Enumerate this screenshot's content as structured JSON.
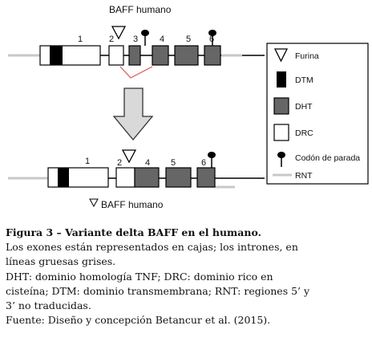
{
  "diagram": {
    "top_title": "BAFF humano",
    "bottom_title": "BAFF humano",
    "top_exon_labels": [
      "1",
      "2",
      "3",
      "4",
      "5",
      "6"
    ],
    "bottom_exon_labels": [
      "1",
      "2",
      "4",
      "5",
      "6"
    ],
    "colors": {
      "dth": "#666666",
      "dtm": "#000000",
      "drc": "#ffffff",
      "rnt": "#c8c8c8",
      "splice": "#e07070",
      "arrow": "#d9d9d9"
    }
  },
  "legend": {
    "items": [
      {
        "icon": "furin-triangle-icon",
        "label": "Furina"
      },
      {
        "icon": "black-box-icon",
        "label": "DTM"
      },
      {
        "icon": "gray-box-icon",
        "label": "DHT"
      },
      {
        "icon": "white-box-icon",
        "label": "DRC"
      },
      {
        "icon": "stop-codon-icon",
        "label": "Codón de parada"
      },
      {
        "icon": "gray-line-icon",
        "label": "RNT"
      }
    ]
  },
  "caption": {
    "lines": [
      "Figura 3 – Variante delta BAFF en el humano.",
      "Los exones están representados en cajas; los intrones, en",
      "líneas gruesas grises.",
      "DHT: dominio homología TNF; DRC: dominio rico en",
      "cisteína; DTM: dominio transmembrana; RNT: regiones 5’ y",
      "3’ no traducidas.",
      "Fuente: Diseño y concepción Betancur et al. (2015)."
    ]
  }
}
